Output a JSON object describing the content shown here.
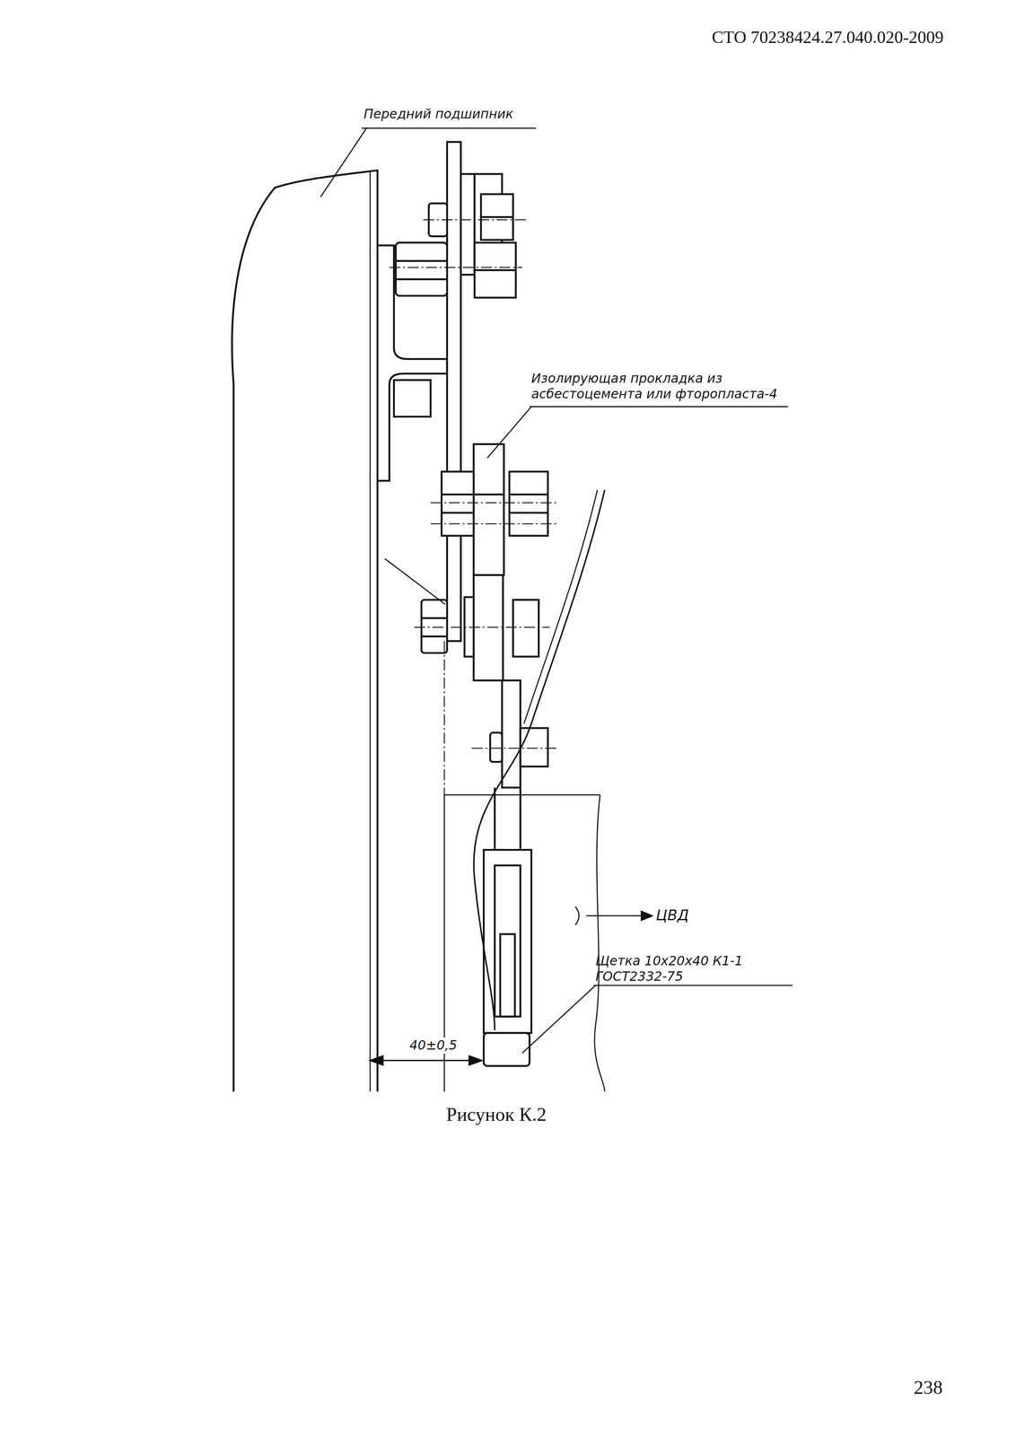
{
  "diagram": {
    "caption": "Рисунок К.2",
    "labels": [
      "СТО 70238424.27.040.020-2009",
      "Передний подшипник",
      "Изолирующая прокладка из асбестоцемента или фторопласта-4",
      "ЦВД",
      "Щетка 10х20х40 К1-1 ГОСТ2332-75",
      "40±0,5",
      "238"
    ]
  }
}
